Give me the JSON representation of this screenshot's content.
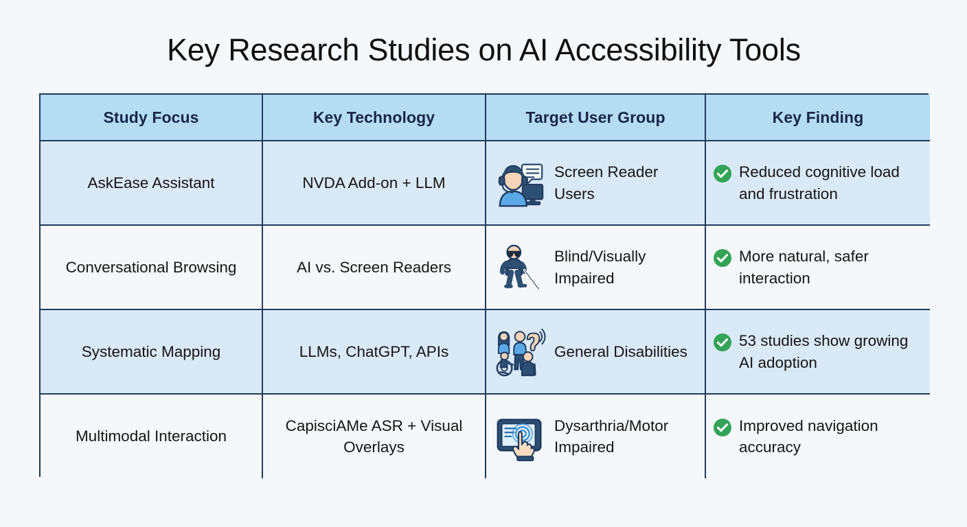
{
  "title": "Key Research Studies on AI Accessibility Tools",
  "colors": {
    "page_background": "#f4f8fb",
    "table_border": "#22385c",
    "header_background": "#b6dcf4",
    "header_text": "#16274a",
    "row_odd_background": "#d9e9f7",
    "row_even_background": "#f4f8fb",
    "check_green": "#33a457",
    "icon_navy": "#2d4f73",
    "icon_blue": "#5aa9e6",
    "icon_skin": "#f5d4b8"
  },
  "table": {
    "headers": [
      "Study Focus",
      "Key Technology",
      "Target User Group",
      "Key Finding"
    ],
    "rows": [
      {
        "study_focus": "AskEase Assistant",
        "key_technology": "NVDA Add-on + LLM",
        "target_user_group": "Screen Reader Users",
        "target_user_icon": "headset-agent-computer-icon",
        "key_finding": "Reduced cognitive load and frustration",
        "finding_icon": "green-check-icon"
      },
      {
        "study_focus": "Conversational Browsing",
        "key_technology": "AI vs. Screen Readers",
        "target_user_group": "Blind/Visually Impaired",
        "target_user_icon": "blind-person-white-cane-icon",
        "key_finding": "More natural, safer interaction",
        "finding_icon": "green-check-icon"
      },
      {
        "study_focus": "Systematic Mapping",
        "key_technology": "LLMs, ChatGPT, APIs",
        "target_user_group": "General Disabilities",
        "target_user_icon": "disability-group-icon",
        "key_finding": "53 studies show growing AI adoption",
        "finding_icon": "green-check-icon"
      },
      {
        "study_focus": "Multimodal Interaction",
        "key_technology": "CapisciAMe ASR + Visual Overlays",
        "target_user_group": "Dysarthria/Motor Impaired",
        "target_user_icon": "tablet-touch-hand-icon",
        "key_finding": "Improved navigation accuracy",
        "finding_icon": "green-check-icon"
      }
    ]
  }
}
